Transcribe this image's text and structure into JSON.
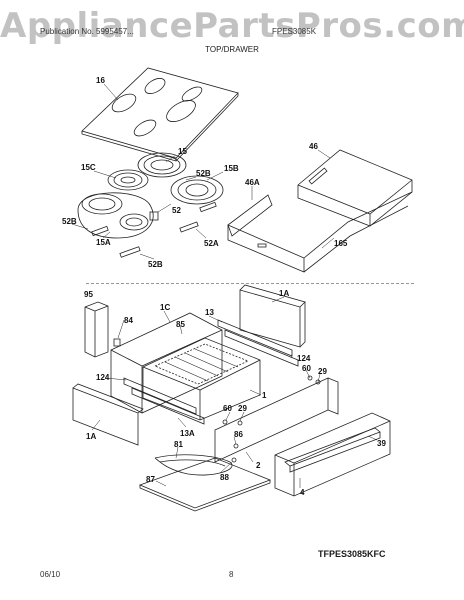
{
  "watermark": "AppliancePartsPros.com",
  "header": {
    "left": "Publication No. 5995457...",
    "right": "FPES3085K"
  },
  "section_title": "TOP/DRAWER",
  "model_code": "TFPES3085KFC",
  "footer": {
    "date": "06/10",
    "page": "8"
  },
  "callouts": {
    "c16": "16",
    "c15": "15",
    "c15c": "15C",
    "c15b": "15B",
    "c52b_top": "52B",
    "c52": "52",
    "c52b_left": "52B",
    "c15a": "15A",
    "c52a": "52A",
    "c52b_bot": "52B",
    "c46": "46",
    "c46a": "46A",
    "c165": "165",
    "c95": "95",
    "c84": "84",
    "c1c": "1C",
    "c85": "85",
    "c13": "13",
    "c1a_top": "1A",
    "c124_right": "124",
    "c60_right": "60",
    "c29_right": "29",
    "c124_left": "124",
    "c1": "1",
    "c60_mid": "60",
    "c29_mid": "29",
    "c13a": "13A",
    "c1a_left": "1A",
    "c81": "81",
    "c86": "86",
    "c88": "88",
    "c87": "87",
    "c2": "2",
    "c39": "39",
    "c4": "4"
  }
}
